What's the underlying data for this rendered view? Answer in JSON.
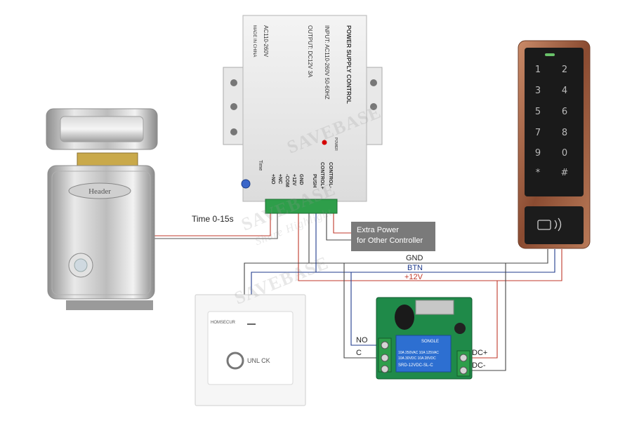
{
  "psu": {
    "title": "POWER SUPPLY CONTROL",
    "input": "INPUT: AC110-260V 50-60HZ",
    "output": "OUTPUT: DC12V  3A",
    "ac": "AC110-260V",
    "made": "MADE IN CHINA",
    "power_led_label": "POWER",
    "time_label": "Time",
    "terminals": [
      "+NO",
      "+NC",
      "-COM",
      "+12V",
      "GND",
      "PUSH",
      "CONTROL+",
      "CONTROL-"
    ]
  },
  "lock": {
    "brand": "Header"
  },
  "exit_button": {
    "brand": "HOMSECUR",
    "text": "UNL CK"
  },
  "keypad": {
    "keys": [
      "1",
      "2",
      "3",
      "4",
      "5",
      "6",
      "7",
      "8",
      "9",
      "0",
      "*",
      "#"
    ]
  },
  "relay": {
    "brand": "SONGLE",
    "spec1": "10A 250VAC  10A 125VAC",
    "spec2": "10A 30VDC  10A 28VDC",
    "model": "SRD-12VDC-SL-C"
  },
  "labels": {
    "time": "Time 0-15s",
    "extra_power": "Extra Power",
    "extra_power_2": "for Other Controller",
    "gnd": "GND",
    "btn": "BTN",
    "v12": "+12V",
    "no": "NO",
    "c": "C",
    "dc_plus": "DC+",
    "dc_minus": "DC-"
  },
  "watermark": {
    "brand": "SAVEBASE",
    "tagline": "Share Highlight"
  },
  "colors": {
    "gnd_wire": "#444444",
    "btn_wire": "#1f3b8c",
    "v12_wire": "#c0392b",
    "terminal_green": "#2e9e4a",
    "keypad_frame": "#a4684a"
  }
}
